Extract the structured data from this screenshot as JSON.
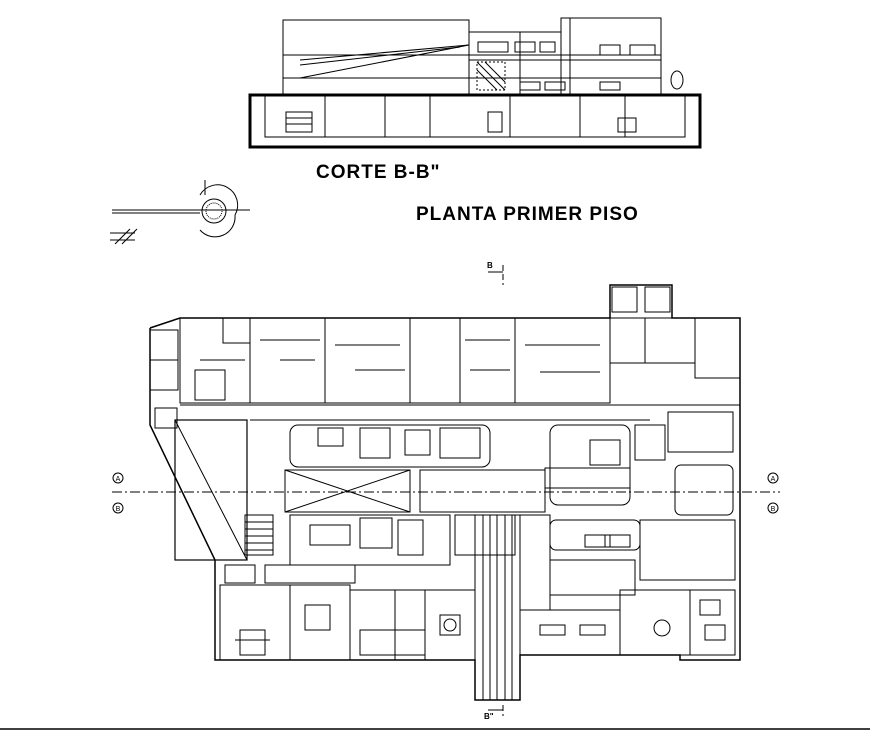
{
  "section_title": "CORTE B-B\"",
  "plan_title": "PLANTA PRIMER PISO",
  "section_mark_top": "B",
  "section_mark_bottom": "B\"",
  "axis_labels": {
    "left_top": "A",
    "left_bottom": "B",
    "right_top": "A",
    "right_bottom": "B"
  },
  "colors": {
    "line": "#000000",
    "background": "#ffffff",
    "ground_fill": "#000000"
  }
}
